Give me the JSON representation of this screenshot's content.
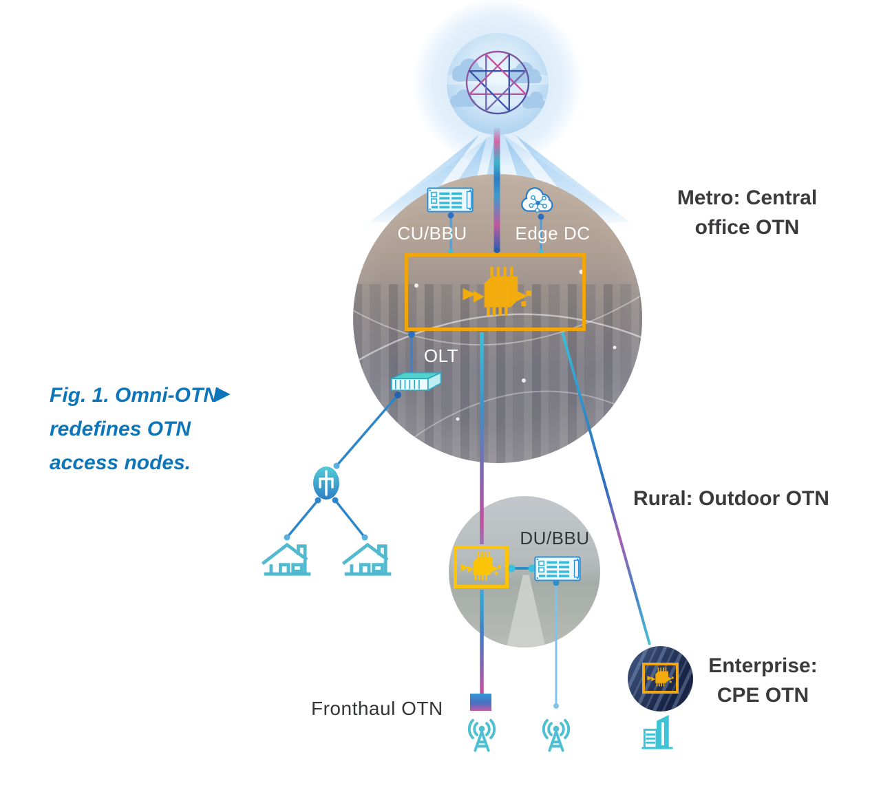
{
  "figure_caption": {
    "line1": "Fig. 1. Omni-OTN",
    "line2": "redefines OTN",
    "line3": "access nodes.",
    "marker": "▶"
  },
  "node_labels": {
    "cu_bbu": "CU/BBU",
    "edge_dc": "Edge DC",
    "olt": "OLT",
    "du_bbu": "DU/BBU",
    "fronthaul": "Fronthaul OTN"
  },
  "region_titles": {
    "metro_line1": "Metro: Central",
    "metro_line2": "office OTN",
    "rural": "Rural: Outdoor OTN",
    "enterprise_line1": "Enterprise:",
    "enterprise_line2": "CPE OTN"
  },
  "icons": {
    "mesh_globe": "optical-mesh-network-globe",
    "chip": "otn-processor-chip",
    "server": "bbu-line-card",
    "edge_dc_cloud": "edge-datacenter-cloud",
    "olt_box": "olt-device",
    "splitter": "optical-splitter",
    "house": "home-subscriber",
    "antenna": "radio-antenna",
    "building": "enterprise-building",
    "fronthaul_block": "fronthaul-otn-node"
  },
  "colors": {
    "accent_orange": "#F2A60D",
    "accent_yellow": "#FCC40A",
    "teal": "#4EC0D2",
    "line_blue": "#2E86C8",
    "magenta": "#C2509E",
    "text_dark": "#3A3A3C",
    "caption_blue": "#0D76BB",
    "label_white": "#FFFFFF",
    "sky_blue": "#A6CBEA"
  }
}
